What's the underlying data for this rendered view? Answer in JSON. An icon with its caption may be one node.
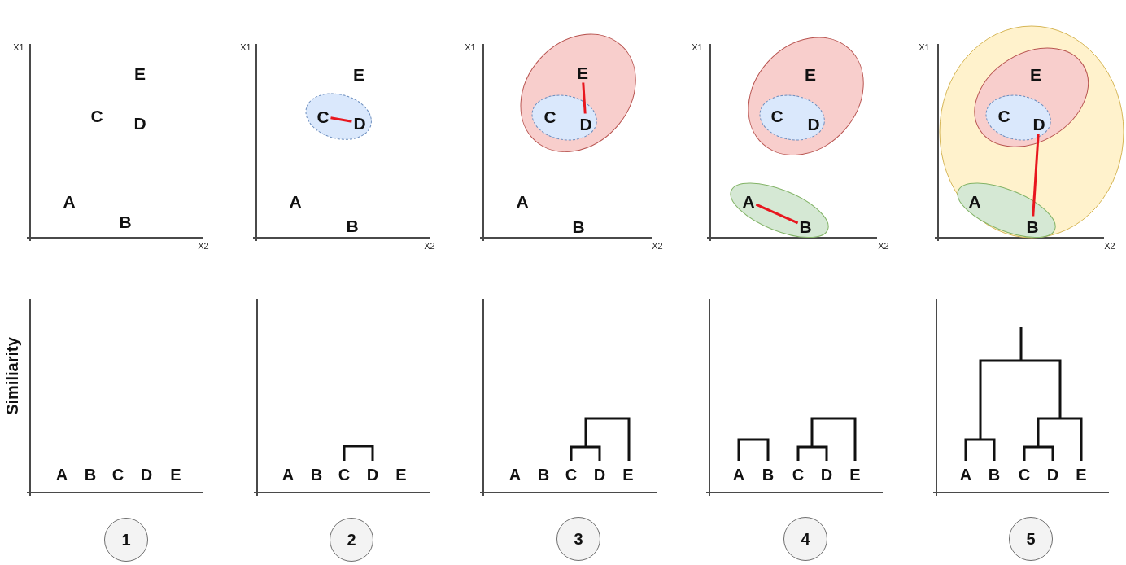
{
  "diagram": {
    "nodes": [
      {
        "text": [],
        "shape": "ellipse"
      },
      {
        "text": [
          "C"
        ],
        "in": 0
      },
      {
        "text": [
          "D"
        ],
        "in": 0
      },
      {
        "text": [],
        "shape": "ellipse"
      },
      {
        "text": [
          "E"
        ],
        "in": 3
      },
      {
        "text": [
          "C"
        ],
        "in": 3
      },
      {
        "text": [
          "D"
        ],
        "in": 5
      },
      {
        "text": [
          "E"
        ]
      },
      {
        "text": [
          "C",
          "D"
        ],
        "in": 7
      },
      {
        "text": [],
        "shape": "ellipse"
      },
      {
        "text": [
          "A"
        ],
        "in": 9
      },
      {
        "text": [
          "B"
        ],
        "in": 9
      },
      {
        "text": [],
        "shape": "ellipse"
      },
      {
        "text": [
          "E"
        ],
        "in": 12
      },
      {
        "text": [
          "C"
        ],
        "in": 13
      },
      {
        "text": [
          "D"
        ],
        "in": 14
      },
      {
        "text": [
          "A"
        ],
        "in": 12
      },
      {
        "text": [
          "B"
        ],
        "in": 16
      },
      {
        "text": [
          "1"
        ]
      },
      {
        "text": [
          "2"
        ]
      },
      {
        "text": [
          "3"
        ]
      },
      {
        "text": [
          "4"
        ]
      },
      {
        "text": [
          "5"
        ]
      }
    ],
    "edges": [
      {
        "from": 1,
        "to": 2,
        "arrow": "none"
      },
      {
        "from": 4,
        "to": 6,
        "arrow": "none"
      },
      {
        "from": 10,
        "to": 11,
        "arrow": "none"
      },
      {
        "from": 15,
        "to": 17,
        "arrow": "none"
      }
    ],
    "labels": [
      "X1",
      "E",
      "C",
      "D",
      "A",
      "B",
      "X2",
      "X1",
      "E",
      "A",
      "B",
      "X2",
      "X1",
      "A",
      "B",
      "X2",
      "X1",
      "X2",
      "X1",
      "X2",
      "Similiarity",
      "A",
      "B",
      "C",
      "D",
      "E",
      "A",
      "B",
      "C",
      "D",
      "E",
      "A",
      "B",
      "C",
      "D",
      "E",
      "A",
      "B",
      "C",
      "D",
      "E",
      "A",
      "B",
      "C",
      "D",
      "E"
    ]
  }
}
